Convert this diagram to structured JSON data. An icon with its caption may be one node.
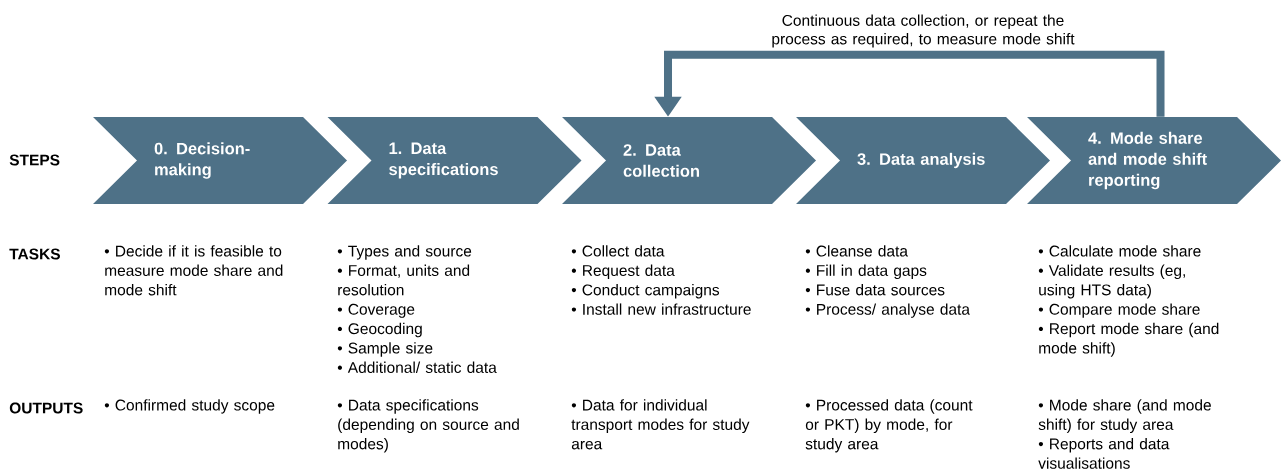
{
  "diagram": {
    "nodes": [
      {
        "text": [
          "0. Decision-making"
        ]
      },
      {
        "text": [
          "1. Data specifications"
        ]
      },
      {
        "text": [
          "2. Data collection"
        ]
      },
      {
        "text": [
          "3. Data analysis"
        ]
      },
      {
        "text": [
          "4. Mode share and mode shift reporting"
        ]
      }
    ],
    "edges": [
      {
        "from": 4,
        "to": 2,
        "arrow": "to",
        "label": "Continuous data collection, or repeat the process as required, to measure mode shift"
      }
    ],
    "labels": [
      "STEPS",
      "TASKS",
      "• Decide if it is feasible to measure mode share and mode shift",
      "• Types and source",
      "• Format, units and resolution",
      "• Coverage",
      "• Geocoding",
      "• Sample size",
      "• Additional/ static data",
      "• Collect data",
      "• Request data",
      "• Conduct campaigns",
      "• Install new infrastructure",
      "• Cleanse data",
      "• Fill in data gaps",
      "• Fuse data sources",
      "• Process/ analyse data",
      "• Calculate mode share",
      "• Validate results (eg, using HTS data)",
      "• Compare mode share",
      "• Report mode share (and mode shift)",
      "OUTPUTS",
      "• Confirmed study scope",
      "• Data specifications (depending on source and modes)",
      "• Data for individual transport modes for study area",
      "• Processed data (count or PKT) by mode, for study area",
      "• Mode share (and mode shift) for study area",
      "• Reports and data visualisations"
    ]
  }
}
